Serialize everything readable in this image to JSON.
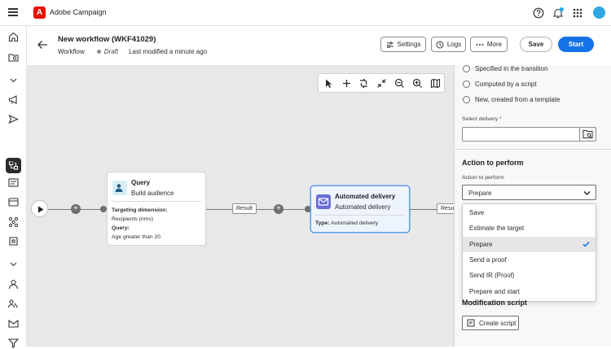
{
  "app": {
    "brand": "Adobe Campaign",
    "brand_glyph": "A"
  },
  "header": {
    "title": "New workflow (WKF41029)",
    "breadcrumb": "Workflow",
    "status": "Draft",
    "modified": "Last modified a minute ago",
    "buttons": {
      "settings": "Settings",
      "logs": "Logs",
      "more": "More",
      "save": "Save",
      "start": "Start"
    }
  },
  "canvas": {
    "query_card": {
      "title": "Query",
      "subtitle": "Build audience",
      "targeting_label": "Targeting dimension:",
      "targeting_value": "Recipients (nms)",
      "query_label": "Query:",
      "query_value": "Age greater than 20"
    },
    "delivery_card": {
      "title": "Automated delivery",
      "subtitle": "Automated delivery",
      "type_label": "Type:",
      "type_value": "Automated delivery"
    },
    "transitions": [
      "Result",
      "Result"
    ]
  },
  "panel": {
    "recipients_options": [
      "Specified in the transition",
      "Computed by a script",
      "New, created from a template"
    ],
    "select_delivery_label": "Select delivery",
    "required_marker": "*",
    "action_section_title": "Action to perform",
    "action_field_label": "Action to perform",
    "action_selected": "Prepare",
    "action_options": [
      "Save",
      "Estimate the target",
      "Prepare",
      "Send a proof",
      "Send IR (Proof)",
      "Prepare and start"
    ],
    "script_title": "Modification script",
    "create_script": "Create script"
  },
  "colors": {
    "accent": "#1473e6",
    "brand_red": "#eb1000",
    "selected_card_border": "#5c9cec"
  }
}
